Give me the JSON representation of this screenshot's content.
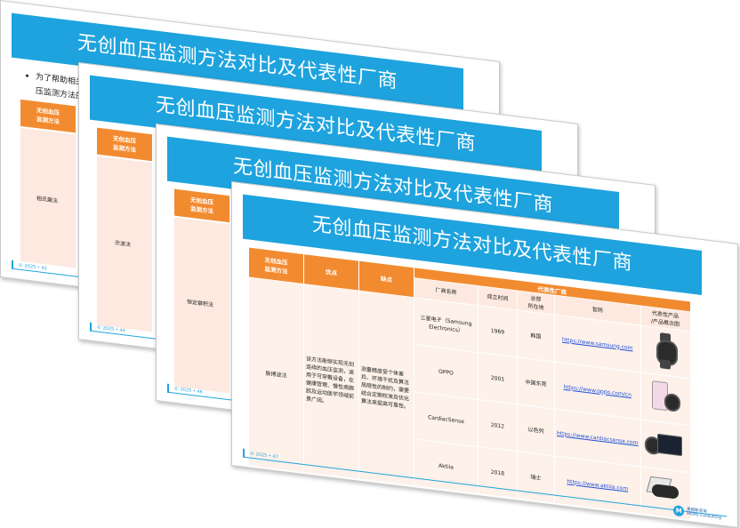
{
  "slide_title": "无创血压监测方法对比及代表性厂商",
  "intro_bullet": {
    "line1": "为了帮助相关",
    "line2": "压监测方法的"
  },
  "header_method": "无创血压监测方法",
  "header_method_l1": "无创血压",
  "header_method_l2": "监测方法",
  "slides": [
    {
      "method": "相氏震法",
      "page": "© 2025 • 42"
    },
    {
      "method": "示波法",
      "page": "© 2025 • 44"
    },
    {
      "method": "恒定僻积法",
      "page": "© 2025 • 46"
    },
    {
      "method": "脉搏波法",
      "page": "© 2025 • 47"
    }
  ],
  "table": {
    "col_method_l1": "无创血压",
    "col_method_l2": "监测方法",
    "col_pros": "优点",
    "col_cons": "缺点",
    "group": "代表性厂商",
    "sub_name": "厂商名称",
    "sub_year": "成立时间",
    "sub_hq_l1": "总部",
    "sub_hq_l2": "所在地",
    "sub_site": "官网",
    "sub_prod_l1": "代表性产品",
    "sub_prod_l2": "/产品概念图",
    "method": "脉搏波法",
    "pros": "该方法能够实现无创连续的血压监测，适用于可穿戴设备，在健康管理、慢性病跟踪及运动医学领域前景广阔。",
    "cons": "测量精度受个体差异、环境干扰及算法局限性的制约，需要结合定期校准及优化算法来提高可靠性。",
    "rows": [
      {
        "name": "三星电子（Samsung Electronics）",
        "year": "1969",
        "hq": "韩国",
        "site": "https://www.samsung.com",
        "product": "watch-icon"
      },
      {
        "name": "OPPO",
        "year": "2001",
        "hq": "中国东莞",
        "site": "https://www.oppo.com/cn",
        "product": "phone-watch-icon"
      },
      {
        "name": "CardiacSense",
        "year": "2012",
        "hq": "以色列",
        "site": "https://www.cardiacsense.com",
        "product": "watch-tablet-icon"
      },
      {
        "name": "Aktiia",
        "year": "2018",
        "hq": "瑞士",
        "site": "https://www.aktiia.com",
        "product": "band-icon"
      }
    ]
  },
  "logo": {
    "mark": "M",
    "name_cn": "麦姆斯咨询",
    "name_en": "MEMS Consulting"
  },
  "colors": {
    "banner": "#1ea3de",
    "header": "#f28b30",
    "cell": "#fde9df",
    "link": "#1f4fd8"
  }
}
